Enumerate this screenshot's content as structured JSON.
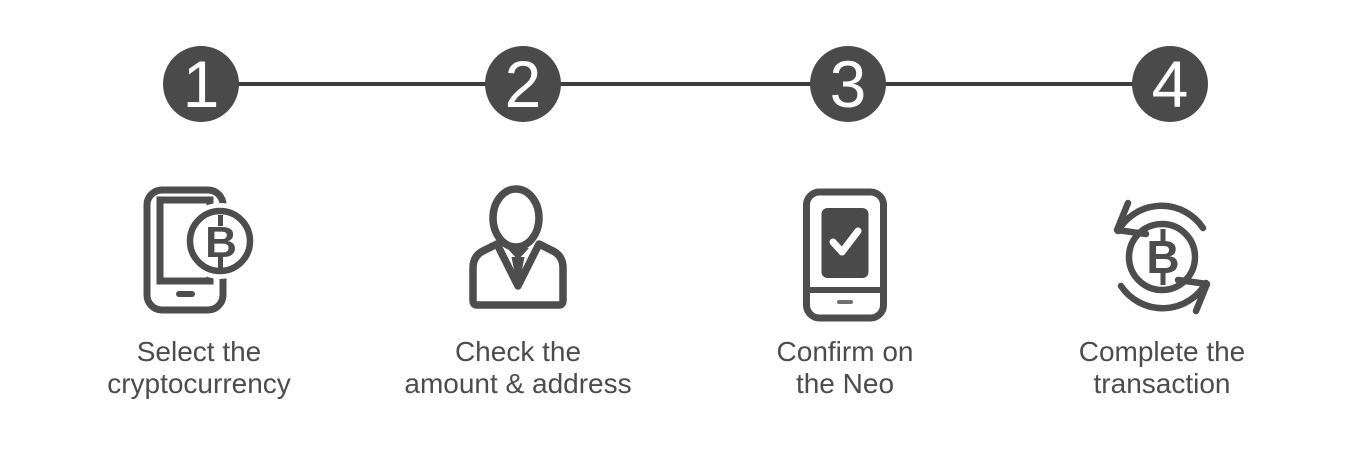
{
  "page": {
    "background_color": "#ffffff",
    "description": "Four-step cryptocurrency transaction process stepper"
  },
  "colors": {
    "step_circle": "#4a4a4a",
    "step_number": "#ffffff",
    "icon_stroke": "#4d4d4d",
    "label_text": "#4c4c4e",
    "connector_line": "#3d3d3d",
    "checkmark": "#ffffff"
  },
  "bitcoin_symbol": "B",
  "steps": [
    {
      "number": "1",
      "icon": "phone-bitcoin-icon",
      "label_line1": "Select the",
      "label_line2": "cryptocurrency"
    },
    {
      "number": "2",
      "icon": "businessman-icon",
      "label_line1": "Check the",
      "label_line2": "amount & address"
    },
    {
      "number": "3",
      "icon": "device-checkmark-icon",
      "label_line1": "Confirm on",
      "label_line2": "the Neo"
    },
    {
      "number": "4",
      "icon": "bitcoin-refresh-icon",
      "label_line1": "Complete the",
      "label_line2": "transaction"
    }
  ]
}
